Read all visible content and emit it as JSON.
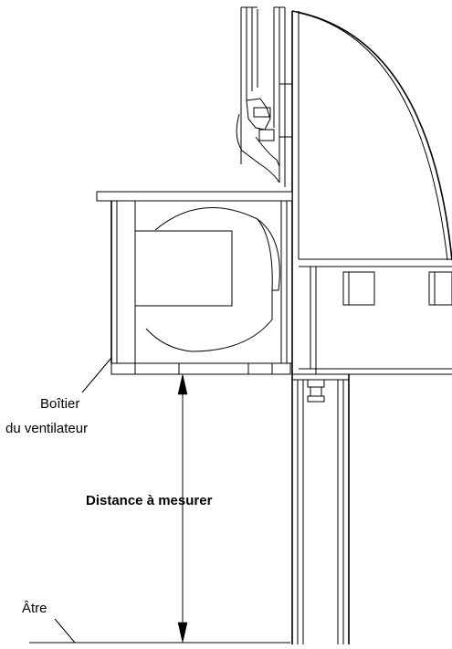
{
  "labels": {
    "fan_housing_line1": "Boîtier",
    "fan_housing_line2": "du ventilateur",
    "distance": "Distance à mesurer",
    "hearth": "Âtre"
  }
}
